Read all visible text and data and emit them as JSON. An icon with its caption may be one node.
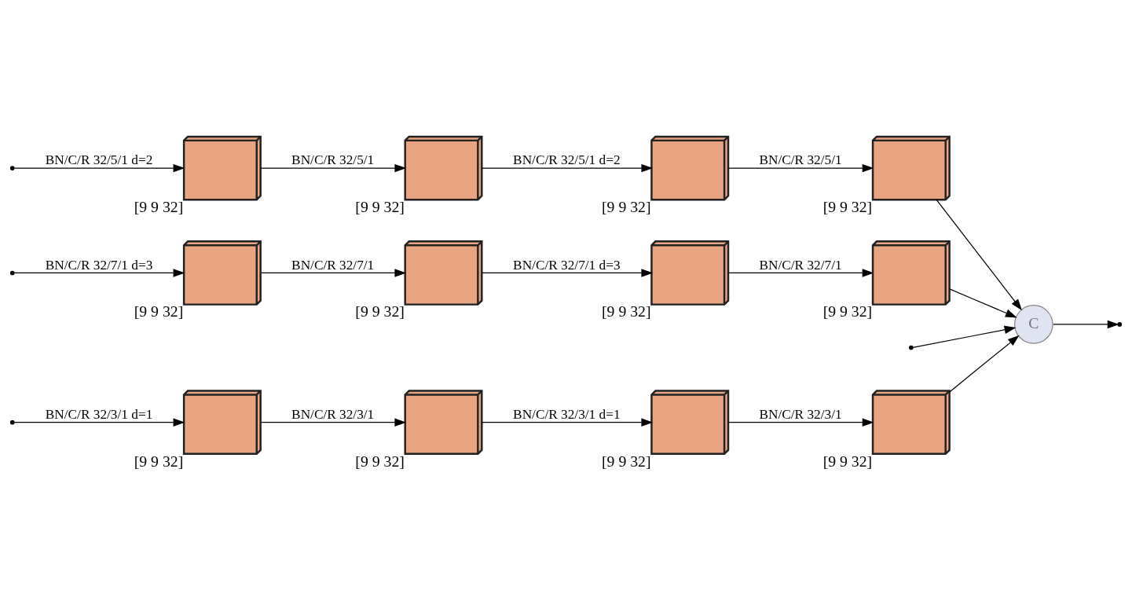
{
  "diagram": {
    "nodes": [
      {
        "text": [],
        "shape": "cube",
        "beside": [
          "[9 9 32]"
        ]
      },
      {
        "text": [],
        "shape": "cube",
        "beside": [
          "[9 9 32]"
        ]
      },
      {
        "text": [],
        "shape": "cube",
        "beside": [
          "[9 9 32]"
        ]
      },
      {
        "text": [],
        "shape": "cube",
        "beside": [
          "[9 9 32]"
        ]
      },
      {
        "text": [],
        "shape": "cube",
        "beside": [
          "[9 9 32]"
        ]
      },
      {
        "text": [],
        "shape": "cube",
        "beside": [
          "[9 9 32]"
        ]
      },
      {
        "text": [],
        "shape": "cube",
        "beside": [
          "[9 9 32]"
        ]
      },
      {
        "text": [],
        "shape": "cube",
        "beside": [
          "[9 9 32]"
        ]
      },
      {
        "text": [],
        "shape": "cube",
        "beside": [
          "[9 9 32]"
        ]
      },
      {
        "text": [],
        "shape": "cube",
        "beside": [
          "[9 9 32]"
        ]
      },
      {
        "text": [],
        "shape": "cube",
        "beside": [
          "[9 9 32]"
        ]
      },
      {
        "text": [],
        "shape": "cube",
        "beside": [
          "[9 9 32]"
        ]
      },
      {
        "text": [
          "C"
        ]
      }
    ],
    "edges": [
      {
        "from": null,
        "to": 0,
        "arrow": "to",
        "label": "BN/C/R 32/3/1 d=1"
      },
      {
        "from": 0,
        "to": 1,
        "arrow": "to",
        "label": "BN/C/R 32/3/1"
      },
      {
        "from": 1,
        "to": 2,
        "arrow": "to",
        "label": "BN/C/R 32/3/1 d=1"
      },
      {
        "from": 2,
        "to": 3,
        "arrow": "to",
        "label": "BN/C/R 32/3/1"
      },
      {
        "from": null,
        "to": 4,
        "arrow": "to",
        "label": "BN/C/R 32/5/1 d=2"
      },
      {
        "from": 4,
        "to": 5,
        "arrow": "to",
        "label": "BN/C/R 32/5/1"
      },
      {
        "from": 5,
        "to": 6,
        "arrow": "to",
        "label": "BN/C/R 32/5/1 d=2"
      },
      {
        "from": 6,
        "to": 7,
        "arrow": "to",
        "label": "BN/C/R 32/5/1"
      },
      {
        "from": null,
        "to": 8,
        "arrow": "to",
        "label": "BN/C/R 32/7/1 d=3"
      },
      {
        "from": 8,
        "to": 9,
        "arrow": "to",
        "label": "BN/C/R 32/7/1"
      },
      {
        "from": 9,
        "to": 10,
        "arrow": "to",
        "label": "BN/C/R 32/7/1 d=3"
      },
      {
        "from": 10,
        "to": 11,
        "arrow": "to",
        "label": "BN/C/R 32/7/1"
      },
      {
        "from": null,
        "to": 12,
        "arrow": "to"
      },
      {
        "from": 3,
        "to": 12,
        "arrow": "to"
      },
      {
        "from": 7,
        "to": 12,
        "arrow": "to"
      },
      {
        "from": 11,
        "to": 12,
        "arrow": "to"
      },
      {
        "from": 12,
        "to": null,
        "arrow": "to"
      }
    ]
  }
}
